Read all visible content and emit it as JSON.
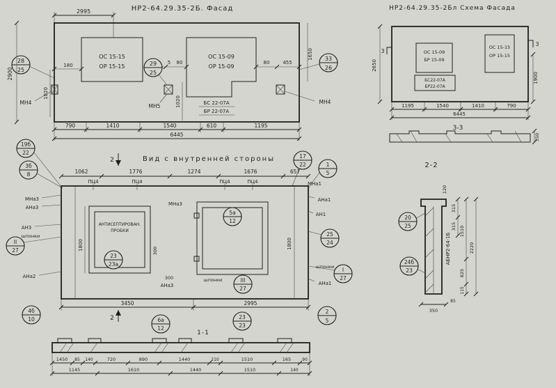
{
  "colors": {
    "paper": "#d5d5d0",
    "ink": "#1e1e1e"
  },
  "facade": {
    "title": "НР2-64.29.35-2Б. Фасад",
    "dim_top": "2995",
    "win1_l1": "ОС 15-15",
    "win1_l2": "ОР 15-15",
    "win2_l1": "ОС 15-09",
    "win2_l2": "ОР 15-09",
    "block_l1": "БС 22-07А",
    "block_l2": "БР 22-07А",
    "anchor_left": "МН4",
    "anchor_mid": "МН5",
    "anchor_right": "МН4",
    "callouts": {
      "left": {
        "t": "28",
        "b": "25"
      },
      "mid": {
        "t": "29",
        "b": "25"
      },
      "right": {
        "t": "33",
        "b": "26"
      }
    },
    "d180": "180",
    "d5": "5",
    "d80a": "80",
    "d80b": "80",
    "d455": "455",
    "d1020_left": "1020",
    "d1020_mid": "1020",
    "d1650": "1650",
    "d2900": "2900",
    "dims_bottom": [
      "790",
      "1410",
      "1540",
      "610",
      "1195"
    ],
    "dim_total": "6445"
  },
  "schema": {
    "title": "НР2-64.29.35-2Бл Схема Фасада",
    "winl_l1": "ОС 15-09",
    "winl_l2": "БР 15-09",
    "winr_l1": "ОС 15-15",
    "winr_l2": "ОР 15-15",
    "block_l1": "БС22-07А",
    "block_l2": "БР22-07А",
    "mark_left": "3",
    "mark_right": "3",
    "d2650": "2650",
    "d1900": "1900",
    "dims_bottom": [
      "1195",
      "1540",
      "1410",
      "790"
    ],
    "dim_total": "6445",
    "section_label": "3-3",
    "d350": "350"
  },
  "inner": {
    "title": "Вид с внутренней стороны",
    "mark_top": "2",
    "mark_bottom": "2",
    "dims_top": [
      "1062",
      "1776",
      "1274",
      "1676",
      "657"
    ],
    "pc4": "ПЦ4",
    "labels": {
      "mna1": "МНа1",
      "ana1": "АНа1",
      "an1": "АН1",
      "mna3": "МНа3",
      "ana3": "АНа3",
      "an3": "АН3",
      "shponki": "шпонки",
      "ana2": "АНа2"
    },
    "plug_l1": "АНТИСЕПТИРОВАН.",
    "plug_l2": "ПРОБКИ",
    "d1800_left": "1800",
    "d1800_right": "1800",
    "d300_a": "300",
    "d300_b": "300",
    "dims_bottom": [
      "3450",
      "2995"
    ],
    "section_label": "1-1",
    "callouts": {
      "k19": {
        "t": "19б",
        "b": "22"
      },
      "k3": {
        "t": "3б",
        "b": "8"
      },
      "k17": {
        "t": "17",
        "b": "22"
      },
      "k1": {
        "t": "1",
        "b": "5"
      },
      "k23a": {
        "t": "23",
        "b": "23а"
      },
      "k5a": {
        "t": "5а",
        "b": "12"
      },
      "kII": {
        "t": "II",
        "b": "27"
      },
      "k25": {
        "t": "25",
        "b": "24"
      },
      "kI": {
        "t": "I",
        "b": "27"
      },
      "kIII": {
        "t": "III",
        "b": "27"
      },
      "k4": {
        "t": "4б",
        "b": "10"
      },
      "k6": {
        "t": "6а",
        "b": "12"
      },
      "k23": {
        "t": "23",
        "b": "23"
      },
      "k2": {
        "t": "2",
        "b": "5"
      }
    }
  },
  "sec22": {
    "label": "2-2",
    "callouts": {
      "k20": {
        "t": "20",
        "b": "25"
      },
      "k24": {
        "t": "24б",
        "b": "23"
      }
    },
    "panel_mark": "АБНР2-64-1Б",
    "d120": "120",
    "d315a": "315",
    "d315b": "315",
    "d1510": "1510",
    "d2220": "2220",
    "d825": "825",
    "d115": "115",
    "d350": "350",
    "d85": "85"
  },
  "sec11": {
    "row1": [
      "1450",
      "85",
      "140",
      "720",
      "890",
      "1440",
      "210",
      "1510",
      "165",
      "90"
    ],
    "row2": [
      "1145",
      "1610",
      "1440",
      "1510",
      "140"
    ]
  }
}
